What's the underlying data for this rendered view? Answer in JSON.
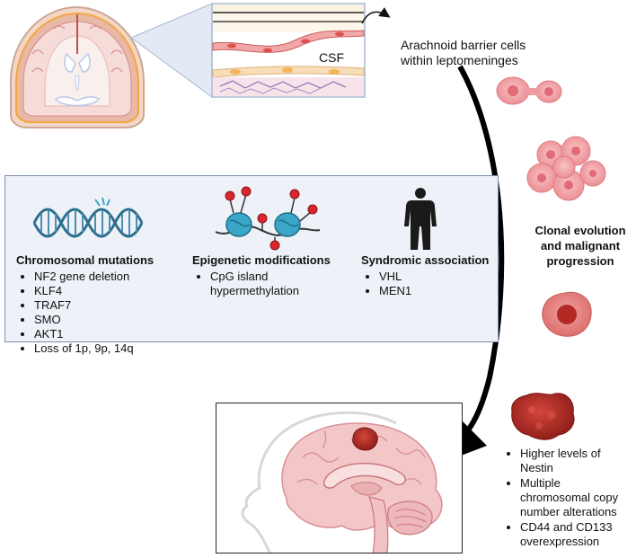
{
  "labels": {
    "csf": "CSF",
    "arachnoid": [
      "Arachnoid barrier cells",
      "within leptomeninges"
    ],
    "clonal": [
      "Clonal evolution",
      "and malignant",
      "progression"
    ]
  },
  "panel": {
    "columns": [
      {
        "title": "Chromosomal mutations",
        "items": [
          "NF2 gene deletion",
          "KLF4",
          "TRAF7",
          "SMO",
          "AKT1",
          "Loss of 1p, 9p, 14q"
        ]
      },
      {
        "title": "Epigenetic modifications",
        "items": [
          "CpG island hypermethylation"
        ]
      },
      {
        "title": "Syndromic association",
        "items": [
          "VHL",
          "MEN1"
        ]
      }
    ]
  },
  "tumor_features": [
    "Higher levels of Nestin",
    "Multiple chromosomal copy number alterations",
    "CD44 and CD133 overexpression"
  ],
  "colors": {
    "panel_bg": "#eef2f8",
    "panel_border": "#7d8ea8",
    "dna": "#2e6f8e",
    "nucleosome": "#3aa6c8",
    "methyl": "#d9262c",
    "cell_light": "#f3a9ad",
    "cell_dark": "#b8332c",
    "brain_pink": "#f3c6c8"
  },
  "icons": [
    "dna-helix-icon",
    "nucleosome-icon",
    "human-silhouette-icon"
  ]
}
